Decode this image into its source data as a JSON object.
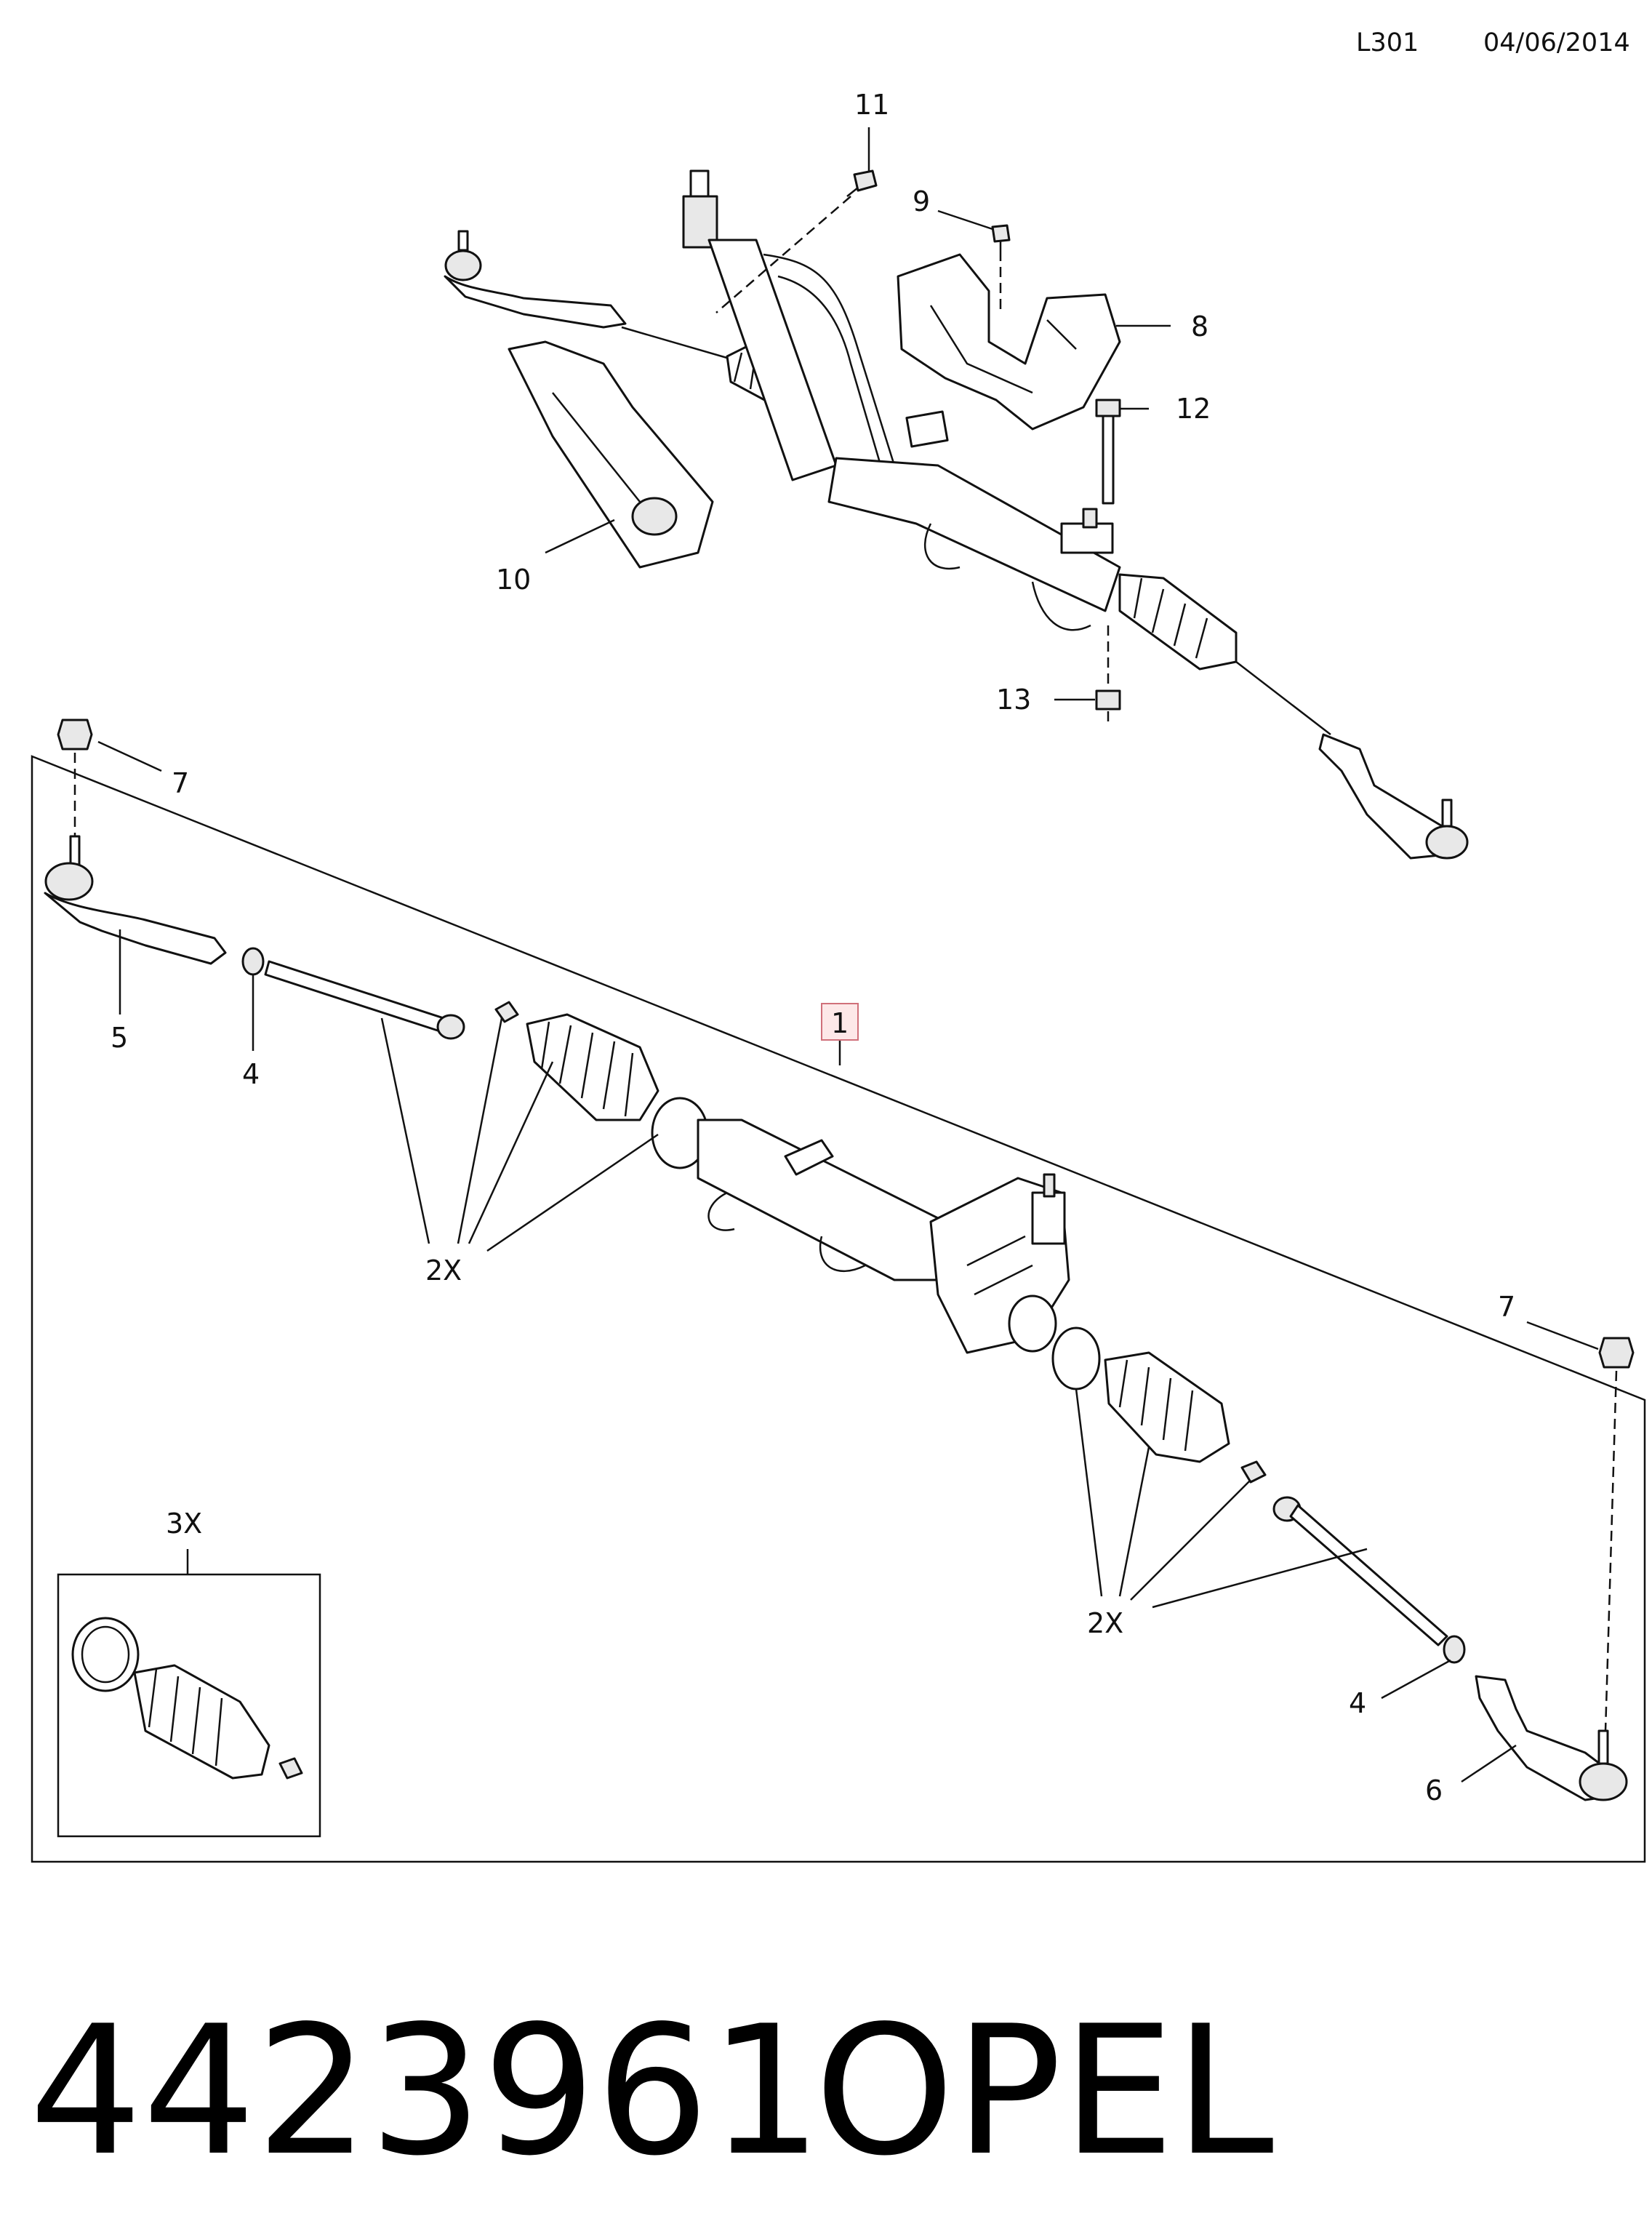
{
  "header": {
    "code": "L301",
    "date": "04/06/2014"
  },
  "callouts": {
    "c1": "1",
    "c3x": "3X",
    "c4a": "4",
    "c4b": "4",
    "c5": "5",
    "c6": "6",
    "c7a": "7",
    "c7b": "7",
    "c8": "8",
    "c9": "9",
    "c10": "10",
    "c11": "11",
    "c12": "12",
    "c13": "13",
    "c2xa": "2X",
    "c2xb": "2X"
  },
  "footer": {
    "part_number": "4423961",
    "brand": "OPEL"
  }
}
